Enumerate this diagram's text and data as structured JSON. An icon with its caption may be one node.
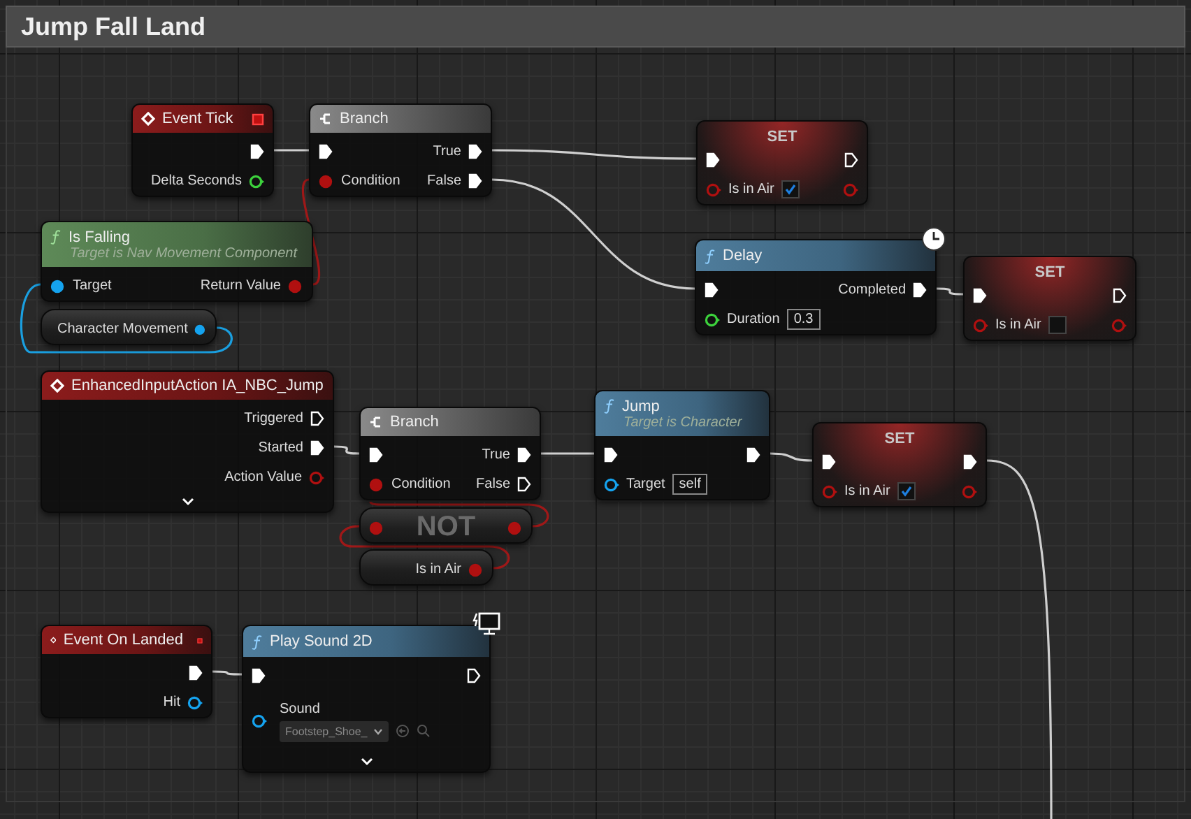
{
  "diagram": {
    "title": "Jump Fall Land",
    "nodes": [
      {
        "text": [
          "Event Tick",
          "Delta Seconds"
        ]
      },
      {
        "text": [
          "Branch",
          "True",
          "Condition",
          "False"
        ]
      },
      {
        "text": [
          "SET",
          "Is in Air"
        ]
      },
      {
        "text": [
          "Is Falling",
          "Target is Nav Movement Component",
          "Target",
          "Return Value"
        ]
      },
      {
        "text": [
          "Character Movement"
        ]
      },
      {
        "text": [
          "Delay",
          "Completed",
          "Duration",
          "0.3"
        ]
      },
      {
        "text": [
          "SET",
          "Is in Air"
        ]
      },
      {
        "text": [
          "EnhancedInputAction IA_NBC_Jump",
          "Triggered",
          "Started",
          "Action Value"
        ]
      },
      {
        "text": [
          "Branch",
          "True",
          "Condition",
          "False"
        ]
      },
      {
        "text": [
          "NOT"
        ]
      },
      {
        "text": [
          "Is in Air"
        ]
      },
      {
        "text": [
          "Jump",
          "Target is Character",
          "Target",
          "self"
        ]
      },
      {
        "text": [
          "SET",
          "Is in Air"
        ]
      },
      {
        "text": [
          "Event On Landed",
          "Hit"
        ]
      },
      {
        "text": [
          "Play Sound 2D",
          "Sound",
          "Footstep_Shoe_"
        ]
      }
    ],
    "edges": [
      {
        "from": 0,
        "to": 1,
        "arrow": "none"
      },
      {
        "from": 1,
        "to": 2,
        "arrow": "none"
      },
      {
        "from": 1,
        "to": 5,
        "arrow": "none"
      },
      {
        "from": 3,
        "to": 1,
        "arrow": "none",
        "color": "#a01818"
      },
      {
        "from": 4,
        "to": 3,
        "arrow": "none",
        "color": "#1a9fe0"
      },
      {
        "from": 5,
        "to": 6,
        "arrow": "none"
      },
      {
        "from": 7,
        "to": 8,
        "arrow": "none"
      },
      {
        "from": 9,
        "to": 8,
        "arrow": "none",
        "color": "#a01818"
      },
      {
        "from": 10,
        "to": 9,
        "arrow": "none",
        "color": "#a01818"
      },
      {
        "from": 8,
        "to": 11,
        "arrow": "none"
      },
      {
        "from": 11,
        "to": 12,
        "arrow": "none"
      },
      {
        "from": 12,
        "to": null,
        "arrow": "none"
      },
      {
        "from": 13,
        "to": 14,
        "arrow": "none"
      }
    ]
  }
}
